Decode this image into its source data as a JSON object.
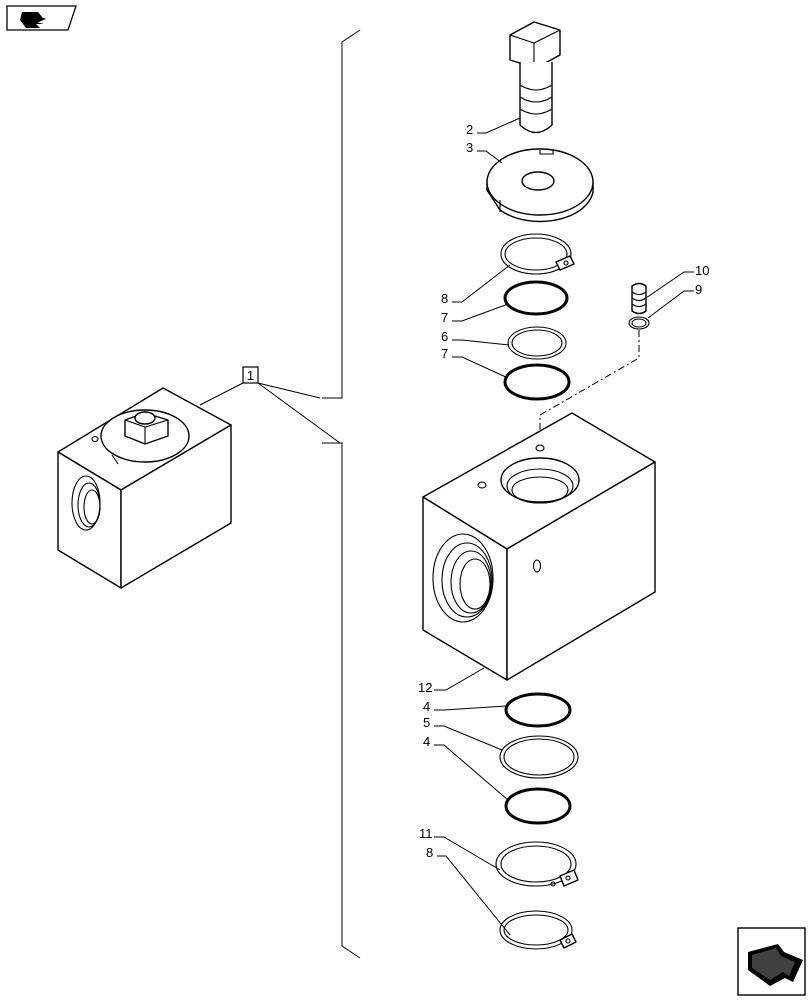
{
  "diagram": {
    "assembly_callout": "1",
    "callouts": {
      "c2": "2",
      "c3": "3",
      "c8a": "8",
      "c7a": "7",
      "c6": "6",
      "c7b": "7",
      "c10": "10",
      "c9": "9",
      "c12": "12",
      "c4a": "4",
      "c5": "5",
      "c4b": "4",
      "c11": "11",
      "c8b": "8"
    }
  },
  "icons": {
    "top_left": "previous-page-arrow-icon",
    "bottom_right": "next-page-arrow-icon"
  }
}
